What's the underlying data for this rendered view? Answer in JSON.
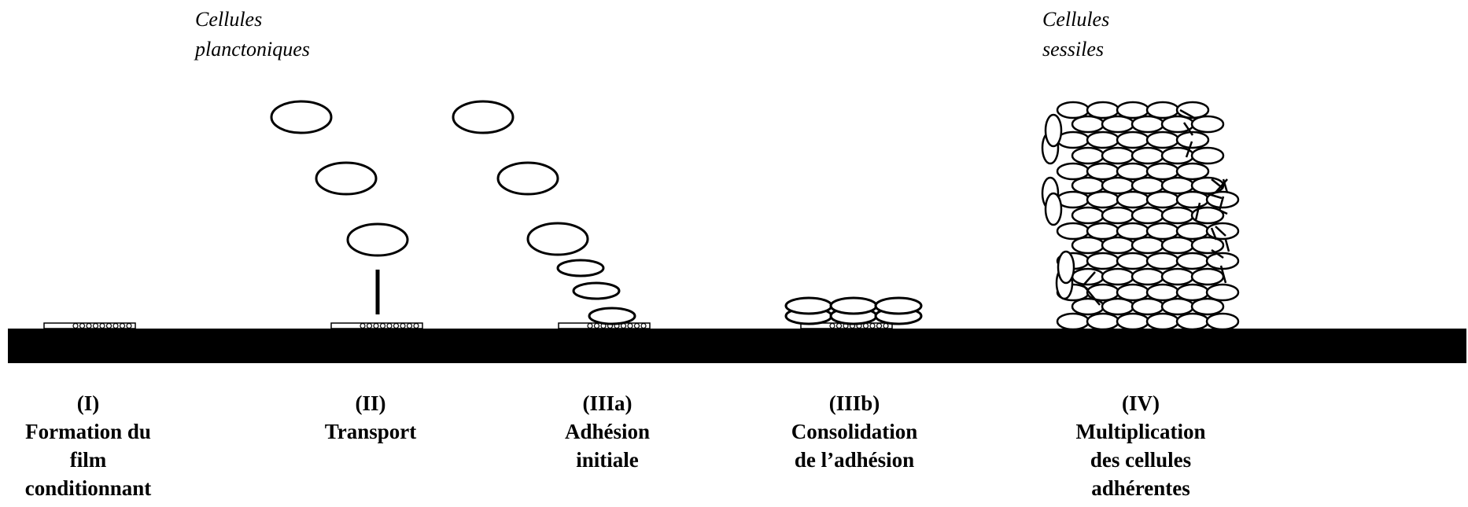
{
  "annotations": {
    "planktonic_line1": "Cellules",
    "planktonic_line2": "planctoniques",
    "sessile_line1": "Cellules",
    "sessile_line2": "sessiles"
  },
  "stages": [
    {
      "number": "(I)",
      "lines": [
        "Formation du",
        "film",
        "conditionnant"
      ]
    },
    {
      "number": "(II)",
      "lines": [
        "Transport"
      ]
    },
    {
      "number": "(IIIa)",
      "lines": [
        "Adhésion",
        "initiale"
      ]
    },
    {
      "number": "(IIIb)",
      "lines": [
        "Consolidation",
        "de l’adhésion"
      ]
    },
    {
      "number": "(IV)",
      "lines": [
        "Multiplication",
        "des cellules",
        "adhérentes"
      ]
    }
  ],
  "colors": {
    "stroke": "#000000",
    "fill": "#ffffff",
    "surface": "#000000"
  }
}
